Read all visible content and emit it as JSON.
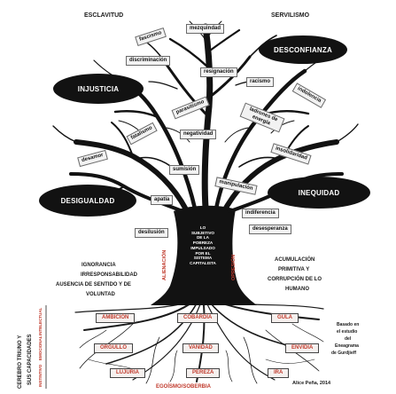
{
  "header": {
    "left_title": "ESCLAVITUD",
    "right_title": "SERVILISMO"
  },
  "ovals": {
    "desconfianza": "DESCONFIANZA",
    "injusticia": "INJUSTICIA",
    "desigualdad": "DESIGUALDAD",
    "inequidad": "INEQUIDAD"
  },
  "branch_tags": {
    "fascismo": "fascismo",
    "mezquindad": "mezquindad",
    "discriminacion": "discriminación",
    "resignacion": "resignación",
    "racismo": "racismo",
    "indolencia": "indolencia",
    "parasitismo": "parasitismo",
    "ladrones": "ladrones de energía",
    "fatalismo": "fatalismo",
    "negatividad": "negatividad",
    "insolidaridad": "insolidaridad",
    "desamor": "desamor",
    "sumision": "sumisión",
    "manipulacion": "manipulación",
    "apatia": "apatía",
    "indiferencia": "indiferencia",
    "desilusion": "desilusión",
    "desesperanza": "desesperanza"
  },
  "trunk": {
    "center_lines": [
      "LO",
      "SUBJETIVO",
      "DE LA",
      "POBREZA",
      "IMPULSADO",
      "POR EL",
      "SISTEMA",
      "CAPITALISTA"
    ],
    "left_vertical": "ALIENACIÓN",
    "right_vertical": "OPRESIÓN"
  },
  "side_text": {
    "left_lines": [
      "IGNORANCIA",
      "IRRESPONSABILIDAD",
      "AUSENCIA DE SENTIDO Y DE",
      "VOLUNTAD"
    ],
    "right_lines": [
      "ACUMULACIÓN",
      "PRIMITIVA Y",
      "CORRUPCIÓN DE LO",
      "HUMANO"
    ]
  },
  "roots": {
    "row1": [
      "AMBICIÓN",
      "COBARDÍA",
      "GULA"
    ],
    "row2": [
      "ORGULLO",
      "VANIDAD",
      "ENVIDIA"
    ],
    "row3": [
      "LUJURIA",
      "PEREZA",
      "IRA"
    ],
    "bottom_label": "EGOÍSMO/SOBERBIA"
  },
  "left_axis": {
    "title_lines": [
      "CEREBRO TRIUNO Y",
      "SUS CAPACIDADES"
    ],
    "segments": [
      "INSTINTIVO",
      "EMOCIONAL",
      "INTELECTUAL"
    ]
  },
  "note_lines": [
    "Basado en",
    "el estudio",
    "del",
    "Eneagrama",
    "de Gurdjieff"
  ],
  "author": "Alice Peña, 2014",
  "colors": {
    "ink": "#121212",
    "root_red": "#c0392b",
    "tag_bg": "#f2f2f2"
  }
}
